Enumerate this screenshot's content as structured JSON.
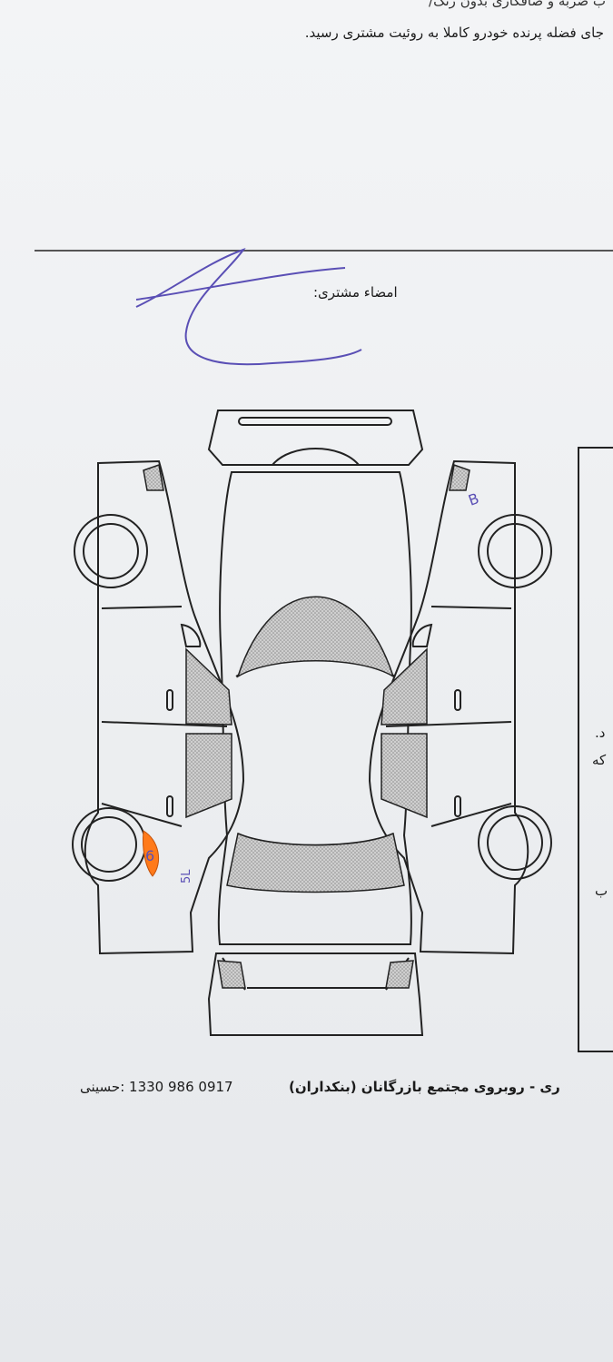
{
  "header": {
    "line1": "ب ضربه و صافکاری بدون رنگ/",
    "line2": "جای فضله پرنده خودرو کاملا به روئیت مشتری رسید."
  },
  "signature": {
    "label": "امضاء مشتری:"
  },
  "diagram": {
    "annotations": {
      "left_rear_mark": "6",
      "left_rear_side": "5L",
      "right_front_mark": "B"
    },
    "damage_color": "#ff7a1a",
    "ink_color": "#5a4fb5"
  },
  "side_fragments": {
    "a": "د.",
    "b": "که",
    "c": "ب"
  },
  "footer": {
    "address": "ری - روبروی مجتمع بازرگانان (بنکداران)",
    "contact": "0917 986 1330 :حسینی"
  }
}
